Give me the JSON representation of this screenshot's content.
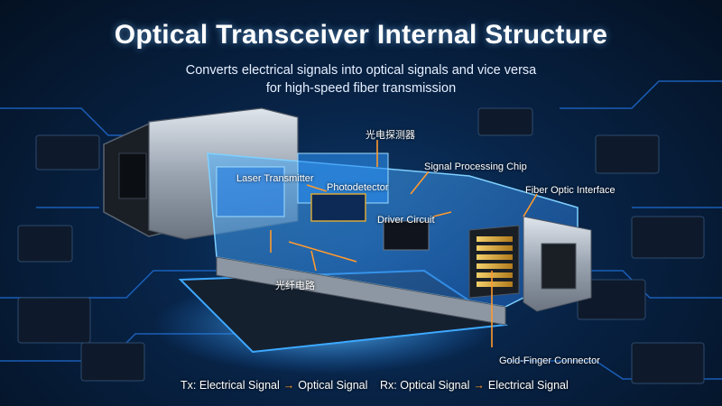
{
  "title": "Optical Transceiver Internal Structure",
  "subtitle": {
    "line1": "Converts electrical signals into optical signals and vice versa",
    "line2": "for high-speed fiber transmission"
  },
  "labels": {
    "photodetector_cn": "光电探测器",
    "laser_transmitter": "Laser Transmitter",
    "photodetector": "Photodetector",
    "signal_processing_chip": "Signal Processing Chip",
    "fiber_optic_interface": "Fiber Optic Interface",
    "driver_circuit": "Driver Circuit",
    "optical_circuit_cn": "光纤电路",
    "gold_finger_connector": "Gold-Finger Connector"
  },
  "footer": {
    "tx_from": "Tx: Electrical Signal",
    "tx_to": "Optical Signal",
    "rx_from": "Rx: Optical Signal",
    "rx_to": "Electrical Signal",
    "arrow": "→"
  },
  "colors": {
    "accent_orange": "#ff9a2e",
    "glow_blue": "#3da9ff",
    "gold": "#d8a73a"
  }
}
